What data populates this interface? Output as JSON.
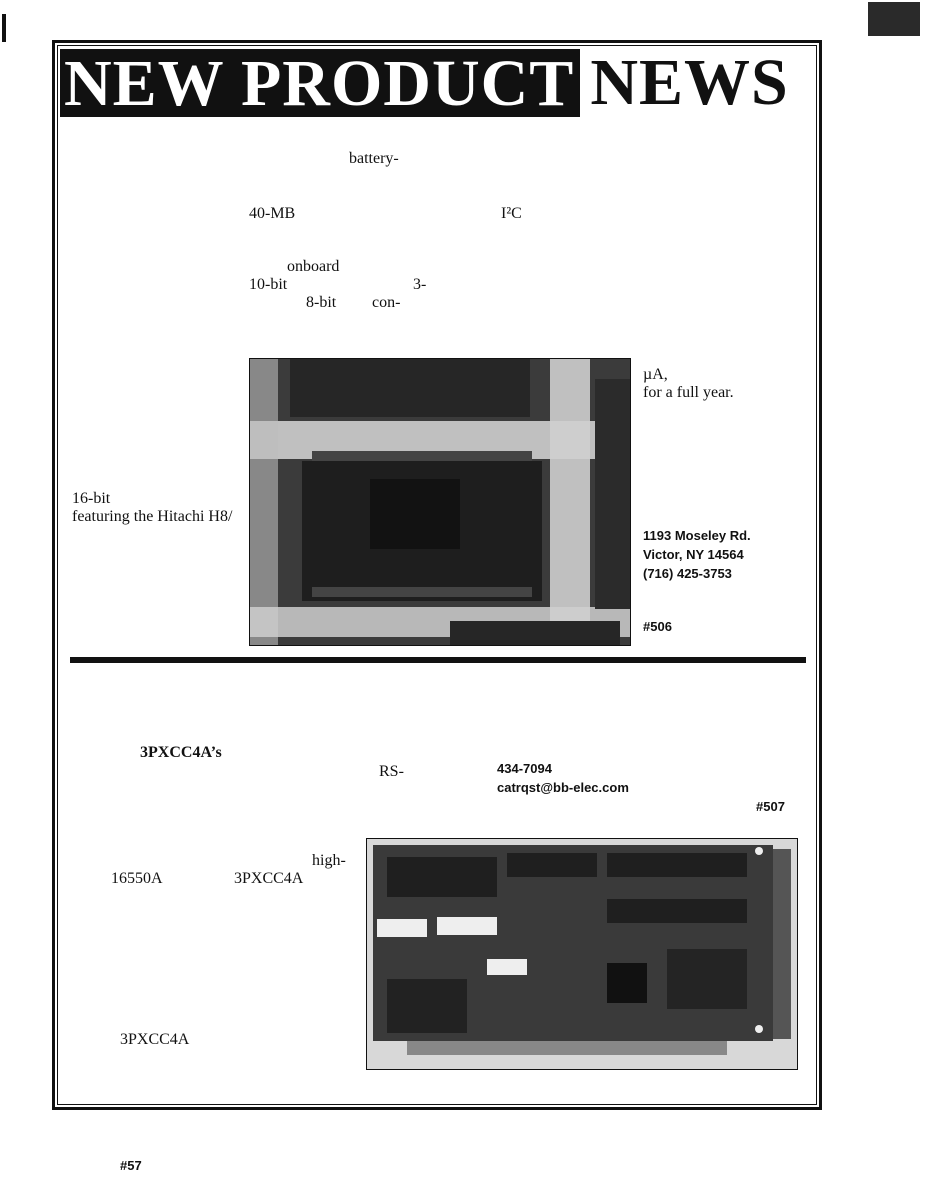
{
  "masthead": {
    "part1": "NEW PRODUCT",
    "part2": "NEWS"
  },
  "article1": {
    "frag_battery": "battery-",
    "frag_40mb": "40-MB",
    "frag_i2c": "I²C",
    "frag_onboard": "onboard",
    "frag_10bit": "10-bit",
    "frag_3": "3-",
    "frag_8bit": "8-bit",
    "frag_con": "con-",
    "frag_ua": "µA,",
    "frag_fullyear": "for a full year.",
    "frag_16bit": "16-bit",
    "frag_hitachi": "featuring the Hitachi H8/",
    "address1": "1193 Moseley Rd.",
    "address2": "Victor, NY 14564",
    "phone": "(716) 425-3753",
    "reader_no": "#506"
  },
  "article2": {
    "frag_3pxcc4as": "3PXCC4A’s",
    "frag_rs": "RS-",
    "phone": "434-7094",
    "email": "catrqst@bb-elec.com",
    "reader_no": "#507",
    "frag_high": "high-",
    "frag_16550a": "16550A",
    "frag_3pxcc4a_1": "3PXCC4A",
    "frag_3pxcc4a_2": "3PXCC4A"
  },
  "footer": {
    "page_number": "#57"
  }
}
